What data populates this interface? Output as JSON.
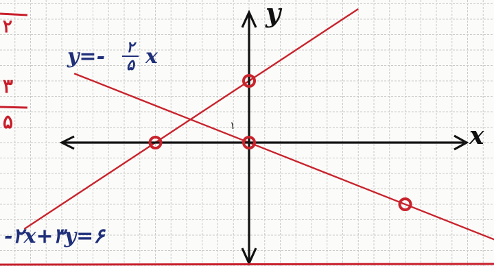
{
  "axes": {
    "x_label": "x",
    "y_label": "y",
    "origin_mark": "۱"
  },
  "lines": [
    {
      "equation": "y=-۲/۵ x",
      "eq_left": "y=-",
      "eq_num": "۲",
      "eq_den": "۵",
      "eq_right": "x",
      "slope": -0.4,
      "intercept": 0,
      "color": "#c8232c"
    },
    {
      "equation": "-۲x+۳y=۶",
      "slope": 0.6667,
      "intercept": 2,
      "color": "#c8232c"
    }
  ],
  "points": [
    {
      "name": "y-intercept",
      "x": 0,
      "y": 2
    },
    {
      "name": "x-intercept",
      "x": -3,
      "y": 0
    },
    {
      "name": "origin",
      "x": 0,
      "y": 0
    },
    {
      "name": "point-on-line-1",
      "x": 5,
      "y": -2
    }
  ],
  "margin_fractions": [
    {
      "num": "۲",
      "den": ""
    },
    {
      "num": "۳",
      "den": "۵"
    }
  ],
  "colors": {
    "grid": "#c9c9c9",
    "axis": "#111111",
    "line": "#c8232c",
    "ink_blue": "#1f2f7a",
    "ink_red": "#c81e2b"
  }
}
